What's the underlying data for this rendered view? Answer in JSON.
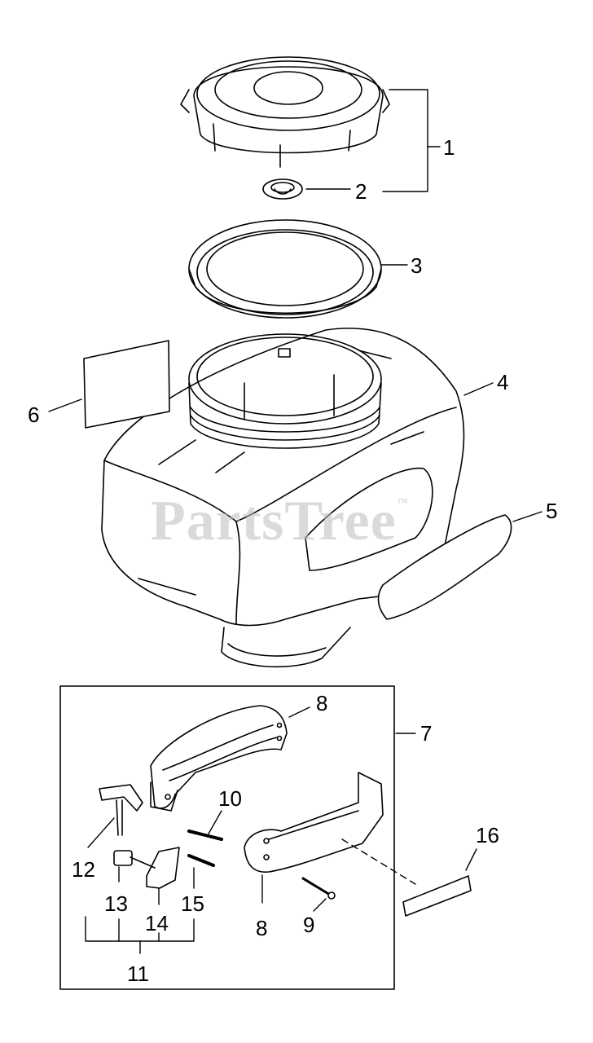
{
  "watermark": {
    "text": "PartsTree",
    "mark": "™"
  },
  "callouts": {
    "c1": "1",
    "c2": "2",
    "c3": "3",
    "c4": "4",
    "c5": "5",
    "c6": "6",
    "c7": "7",
    "c8a": "8",
    "c8b": "8",
    "c9": "9",
    "c10": "10",
    "c11": "11",
    "c12": "12",
    "c13": "13",
    "c14": "14",
    "c15": "15",
    "c16": "16"
  },
  "colors": {
    "line": "#000000",
    "background": "#ffffff",
    "watermark": "#bdbdbd"
  }
}
